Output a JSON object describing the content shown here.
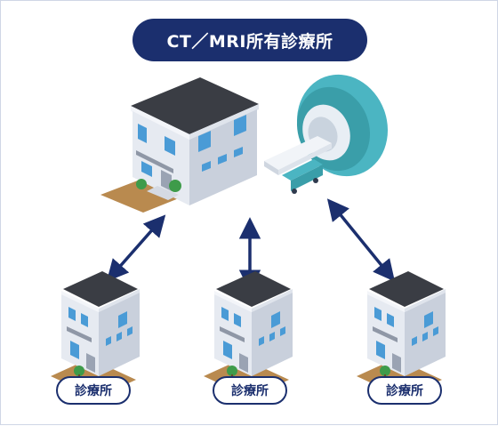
{
  "title": "CT／MRI所有診療所",
  "clinics": [
    {
      "label": "診療所"
    },
    {
      "label": "診療所"
    },
    {
      "label": "診療所"
    }
  ],
  "colors": {
    "title_bg": "#1b2f6e",
    "arrow": "#1b2f6e",
    "building_front": "#e6eaf1",
    "building_side": "#c9d0dc",
    "roof": "#3a3d44",
    "window": "#4a9bd6",
    "scanner": "#4bb5c2",
    "ground": "#b98a4f",
    "tree": "#3e9b4a"
  },
  "icons": [
    "large-clinic-building-icon",
    "mri-scanner-icon",
    "small-clinic-building-icon",
    "double-headed-arrow-icon"
  ]
}
